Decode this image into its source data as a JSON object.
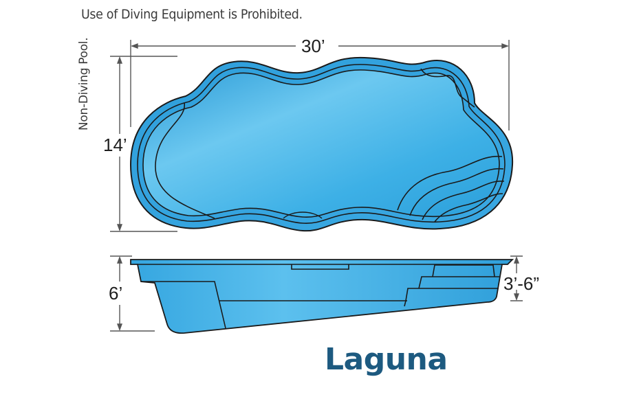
{
  "diagram": {
    "warning_text": "Use of Diving Equipment is Prohibited.",
    "side_label": "Non-Diving Pool.",
    "model_name": "Laguna",
    "dimensions": {
      "length": "30’",
      "width": "14’",
      "deep_depth": "6’",
      "shallow_depth": "3’-6”"
    },
    "views": [
      "top-view",
      "side-profile-view"
    ],
    "colors": {
      "water_light": "#7fd0f2",
      "water_main": "#3fb0e6",
      "water_dark": "#1f8fcc",
      "outline": "#1a1a1a",
      "dimension_lines": "#555555",
      "title": "#1d5a80"
    }
  }
}
